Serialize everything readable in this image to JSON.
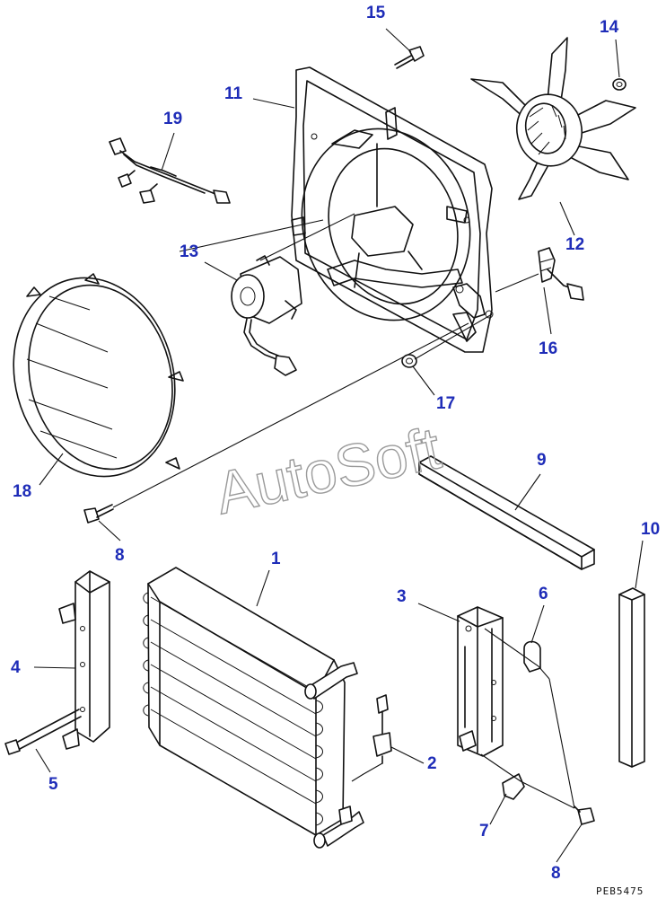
{
  "watermark": "AutoSoft",
  "drawing_code": "PEB5475",
  "callouts": [
    {
      "id": "c1",
      "label": "1"
    },
    {
      "id": "c2",
      "label": "2"
    },
    {
      "id": "c3",
      "label": "3"
    },
    {
      "id": "c4",
      "label": "4"
    },
    {
      "id": "c5",
      "label": "5"
    },
    {
      "id": "c6",
      "label": "6"
    },
    {
      "id": "c7",
      "label": "7"
    },
    {
      "id": "c8a",
      "label": "8"
    },
    {
      "id": "c8b",
      "label": "8"
    },
    {
      "id": "c9",
      "label": "9"
    },
    {
      "id": "c10",
      "label": "10"
    },
    {
      "id": "c11",
      "label": "11"
    },
    {
      "id": "c12",
      "label": "12"
    },
    {
      "id": "c13",
      "label": "13"
    },
    {
      "id": "c14",
      "label": "14"
    },
    {
      "id": "c15",
      "label": "15"
    },
    {
      "id": "c16",
      "label": "16"
    },
    {
      "id": "c17",
      "label": "17"
    },
    {
      "id": "c18",
      "label": "18"
    },
    {
      "id": "c19",
      "label": "19"
    }
  ]
}
